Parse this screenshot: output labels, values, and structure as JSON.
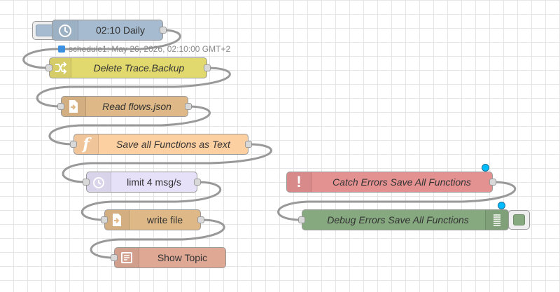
{
  "colors": {
    "inject": "#a6bbcf",
    "change": "#e2d96e",
    "file_in": "#deb887",
    "function": "#fdd0a2",
    "delay": "#e6e0f8",
    "file_out": "#deb887",
    "template": "#dea895",
    "catch": "#e49191",
    "debug": "#87a980",
    "status_blue": "#3b8fe0",
    "changed_dot": "#00bcff",
    "wire": "#999999"
  },
  "nodes": {
    "inject": {
      "label": "02:10 Daily",
      "icon": "clock-icon"
    },
    "change": {
      "label": "Delete Trace.Backup",
      "icon": "shuffle-icon"
    },
    "file_in": {
      "label": "Read flows.json",
      "icon": "file-in-icon"
    },
    "function": {
      "label": "Save all Functions as Text",
      "icon": "function-icon"
    },
    "delay": {
      "label": "limit 4 msg/s",
      "icon": "timer-icon"
    },
    "file_out": {
      "label": "write file",
      "icon": "file-out-icon"
    },
    "template": {
      "label": "Show Topic",
      "icon": "template-icon"
    },
    "catch": {
      "label": "Catch Errors Save All Functions",
      "icon": "alert-icon"
    },
    "debug": {
      "label": "Debug Errors Save All Functions",
      "icon": "debug-list-icon"
    }
  },
  "status": {
    "schedule": "schedule1: May 26, 2026, 02:10:00 GMT+2"
  }
}
